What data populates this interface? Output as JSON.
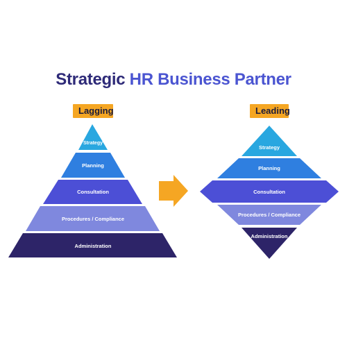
{
  "title": {
    "part1": "Strategic",
    "part2": "HR Business Partner"
  },
  "lagging": {
    "label": "Lagging",
    "tiers": [
      "Strategy",
      "Planning",
      "Consultation",
      "Procedures / Compliance",
      "Administration"
    ]
  },
  "leading": {
    "label": "Leading",
    "tiers": [
      "Strategy",
      "Planning",
      "Consultation",
      "Procedures / Compliance",
      "Administration"
    ]
  },
  "colors": {
    "title_dark": "#2e2a78",
    "title_accent": "#4b55d1",
    "badge": "#f5a623",
    "arrow": "#f5a623",
    "tier_strategy": "#29a7e0",
    "tier_planning": "#2f7fe0",
    "tier_consultation": "#4c4fd6",
    "tier_procedures": "#7f88de",
    "tier_administration": "#2d2468"
  }
}
